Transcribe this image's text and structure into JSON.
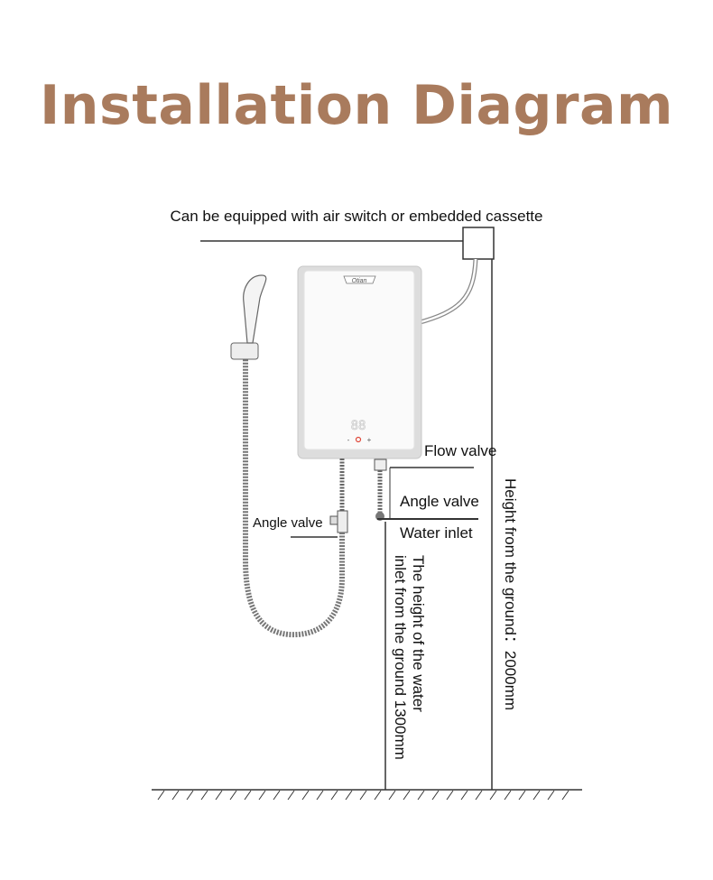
{
  "title": "Installation Diagram",
  "title_color": "#a97b5d",
  "labels": {
    "air_switch": "Can be equipped with air switch or embedded cassette",
    "flow_valve": "Flow valve",
    "angle_valve_right": "Angle valve",
    "water_inlet": "Water inlet",
    "angle_valve_left": "Angle valve",
    "inlet_height_line1": "The height of the water",
    "inlet_height_line2": "inlet from the ground 1300mm",
    "total_height": "Height from the ground：2000mm"
  },
  "heater": {
    "brand": "Otian",
    "display": "88",
    "buttons": [
      "-",
      "power",
      "+"
    ],
    "power_color": "#e0483a"
  }
}
